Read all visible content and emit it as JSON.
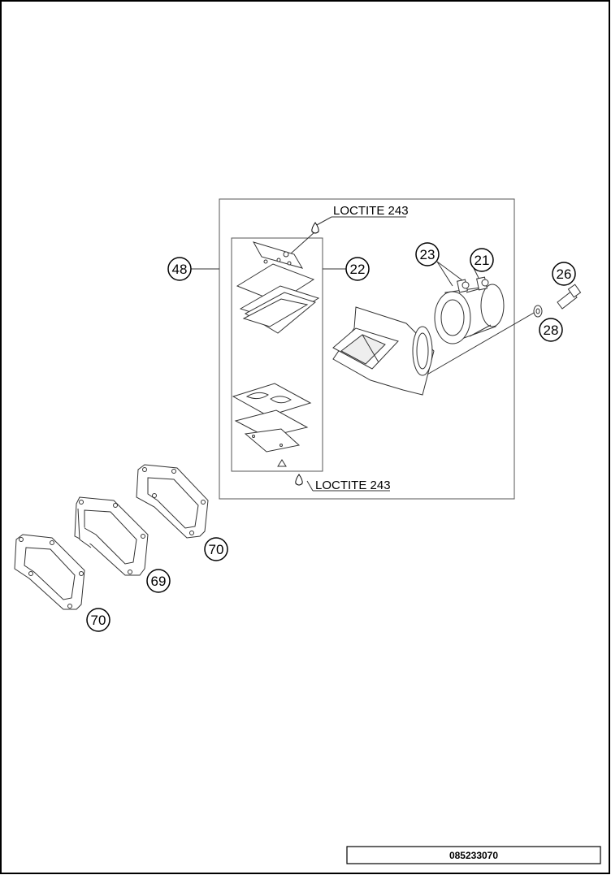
{
  "callouts": {
    "c48": "48",
    "c22": "22",
    "c23": "23",
    "c21": "21",
    "c26": "26",
    "c28": "28",
    "c70a": "70",
    "c69": "69",
    "c70b": "70"
  },
  "annotations": {
    "loctite_top": "LOCTITE 243",
    "loctite_bottom": "LOCTITE 243"
  },
  "document_number": "085233070"
}
